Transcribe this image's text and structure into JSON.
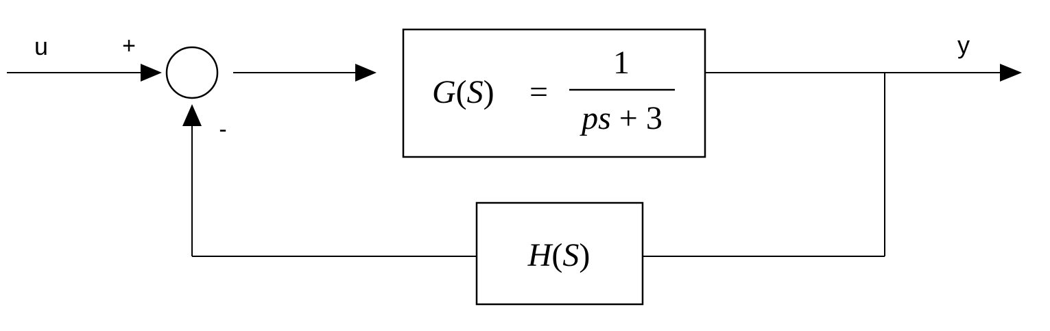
{
  "signals": {
    "input_label": "u",
    "output_label": "y",
    "plus_sign": "+",
    "minus_sign": "-"
  },
  "blocks": {
    "plant": {
      "lhs": "G",
      "lhs_paren_open": "(",
      "lhs_arg": "S",
      "lhs_paren_close": ")",
      "equals": "=",
      "numerator": "1",
      "denominator_var1": "p",
      "denominator_var2": "s",
      "denominator_plus": "+",
      "denominator_const": "3"
    },
    "feedback": {
      "name": "H",
      "paren_open": "(",
      "arg": "S",
      "paren_close": ")"
    }
  },
  "colors": {
    "stroke": "#000000",
    "background": "#ffffff"
  }
}
